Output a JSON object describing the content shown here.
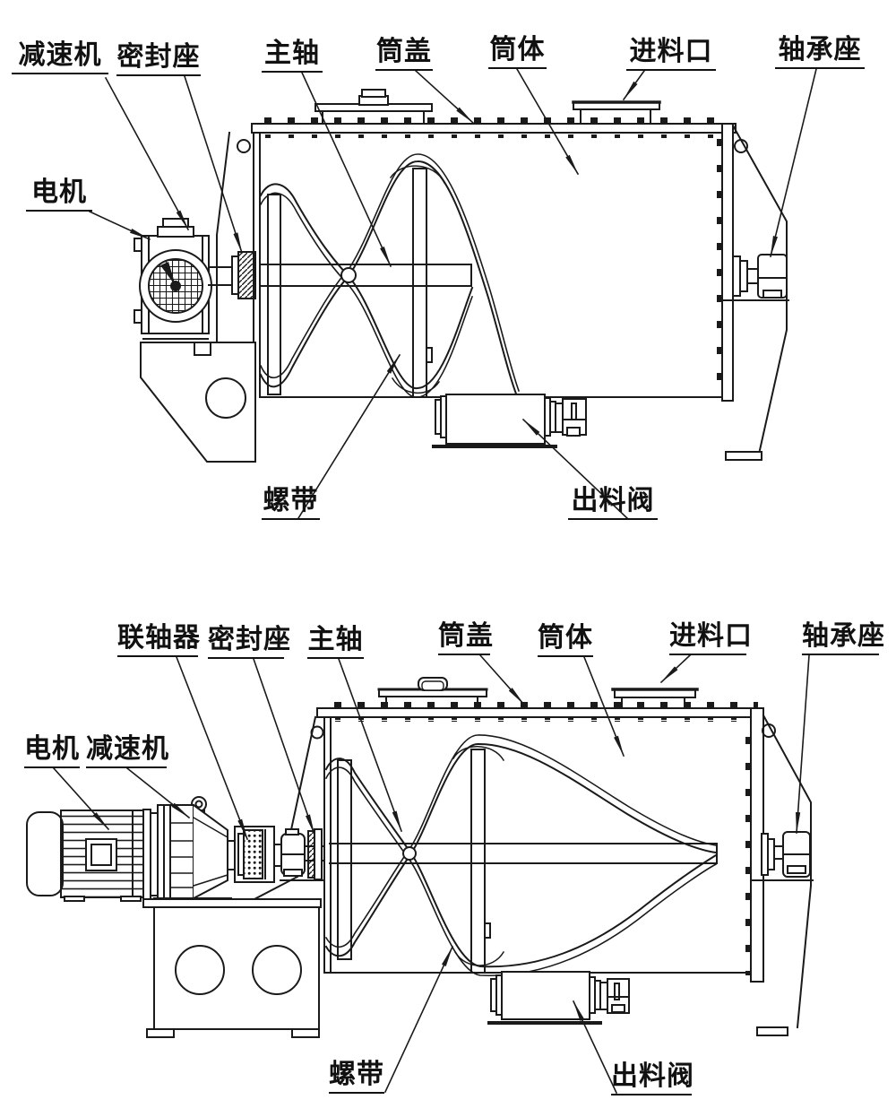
{
  "colors": {
    "background": "#ffffff",
    "line": "#1a1a1a",
    "text": "#111111"
  },
  "diagrams": [
    {
      "name": "ribbon-mixer-view-1",
      "labels": [
        "减速机",
        "密封座",
        "主轴",
        "筒盖",
        "筒体",
        "进料口",
        "轴承座",
        "电机",
        "螺带",
        "出料阀"
      ]
    },
    {
      "name": "ribbon-mixer-view-2",
      "labels": [
        "联轴器",
        "密封座",
        "主轴",
        "筒盖",
        "筒体",
        "进料口",
        "轴承座",
        "电机",
        "减速机",
        "螺带",
        "出料阀"
      ]
    }
  ]
}
